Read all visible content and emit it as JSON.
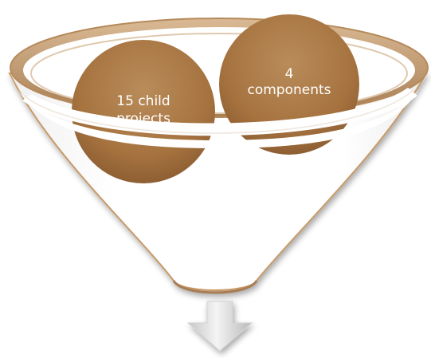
{
  "diagram": {
    "circles": [
      {
        "line1": "15 child",
        "line2": "projects"
      },
      {
        "line1": "4",
        "line2": "components"
      }
    ],
    "colors": {
      "circle_fill": "#a6733f",
      "circle_fill_light": "#b98c5a",
      "circle_fill_dark": "#8e5f33",
      "funnel_rim": "#c9a57d",
      "funnel_rim_dark": "#a77d52",
      "funnel_body": "#ffffff",
      "arrow_light": "#f4f4f4",
      "arrow_dark": "#c6c6c6"
    },
    "icons": {
      "output_arrow": "arrow-down-icon"
    }
  }
}
